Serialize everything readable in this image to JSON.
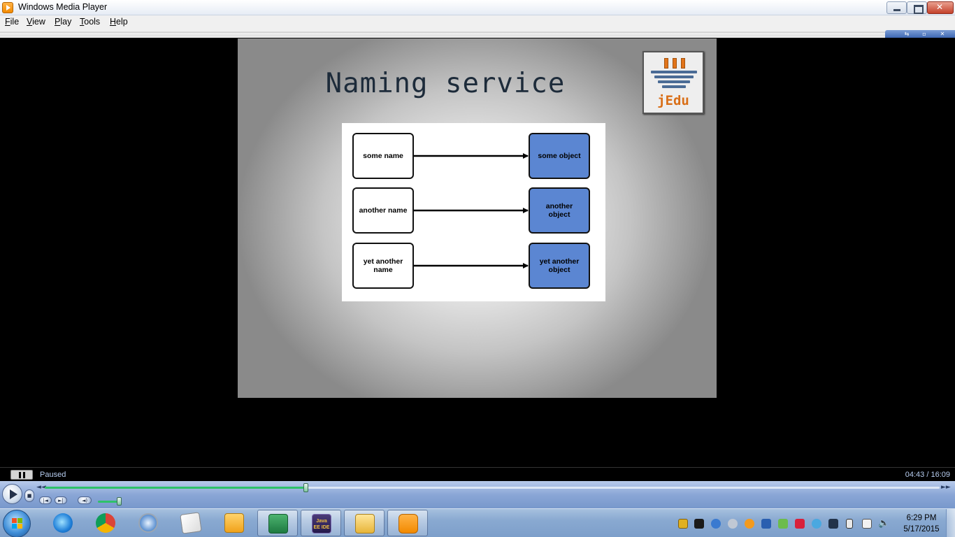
{
  "window": {
    "title": "Windows Media Player",
    "controls": {
      "minimize": "minimize",
      "maximize": "maximize",
      "close": "close"
    }
  },
  "menu": {
    "items": [
      {
        "label": "File"
      },
      {
        "label": "View"
      },
      {
        "label": "Play"
      },
      {
        "label": "Tools"
      },
      {
        "label": "Help"
      }
    ]
  },
  "slide": {
    "title": "Naming service",
    "logo_text": "jEdu",
    "diagram": {
      "rows": [
        {
          "name": "some name",
          "object": "some object"
        },
        {
          "name": "another name",
          "object": "another object"
        },
        {
          "name": "yet another name",
          "object": "yet another object"
        }
      ]
    }
  },
  "playback": {
    "status": "Paused",
    "time": "04:43 / 16:09",
    "progress_fraction": 0.292,
    "volume_fraction": 0.8
  },
  "taskbar": {
    "apps": [
      {
        "name": "internet-explorer",
        "icon": "ie-icon"
      },
      {
        "name": "chrome",
        "icon": "chrome-icon"
      },
      {
        "name": "safari",
        "icon": "compass-icon"
      },
      {
        "name": "notepad",
        "icon": "notepad-icon"
      },
      {
        "name": "outlook",
        "icon": "outlook-icon"
      },
      {
        "name": "excel",
        "icon": "excel-icon"
      },
      {
        "name": "java-ee-ide",
        "icon": "java-ee-icon",
        "label": "Java EE IDE"
      },
      {
        "name": "file-explorer",
        "icon": "folder-icon"
      },
      {
        "name": "windows-media-player",
        "icon": "media-player-icon"
      }
    ],
    "clock": {
      "time": "6:29 PM",
      "date": "5/17/2015"
    }
  },
  "colors": {
    "object_box": "#5b86d2",
    "seek_fill": "#2ec26a",
    "logo_orange": "#e1741a"
  }
}
